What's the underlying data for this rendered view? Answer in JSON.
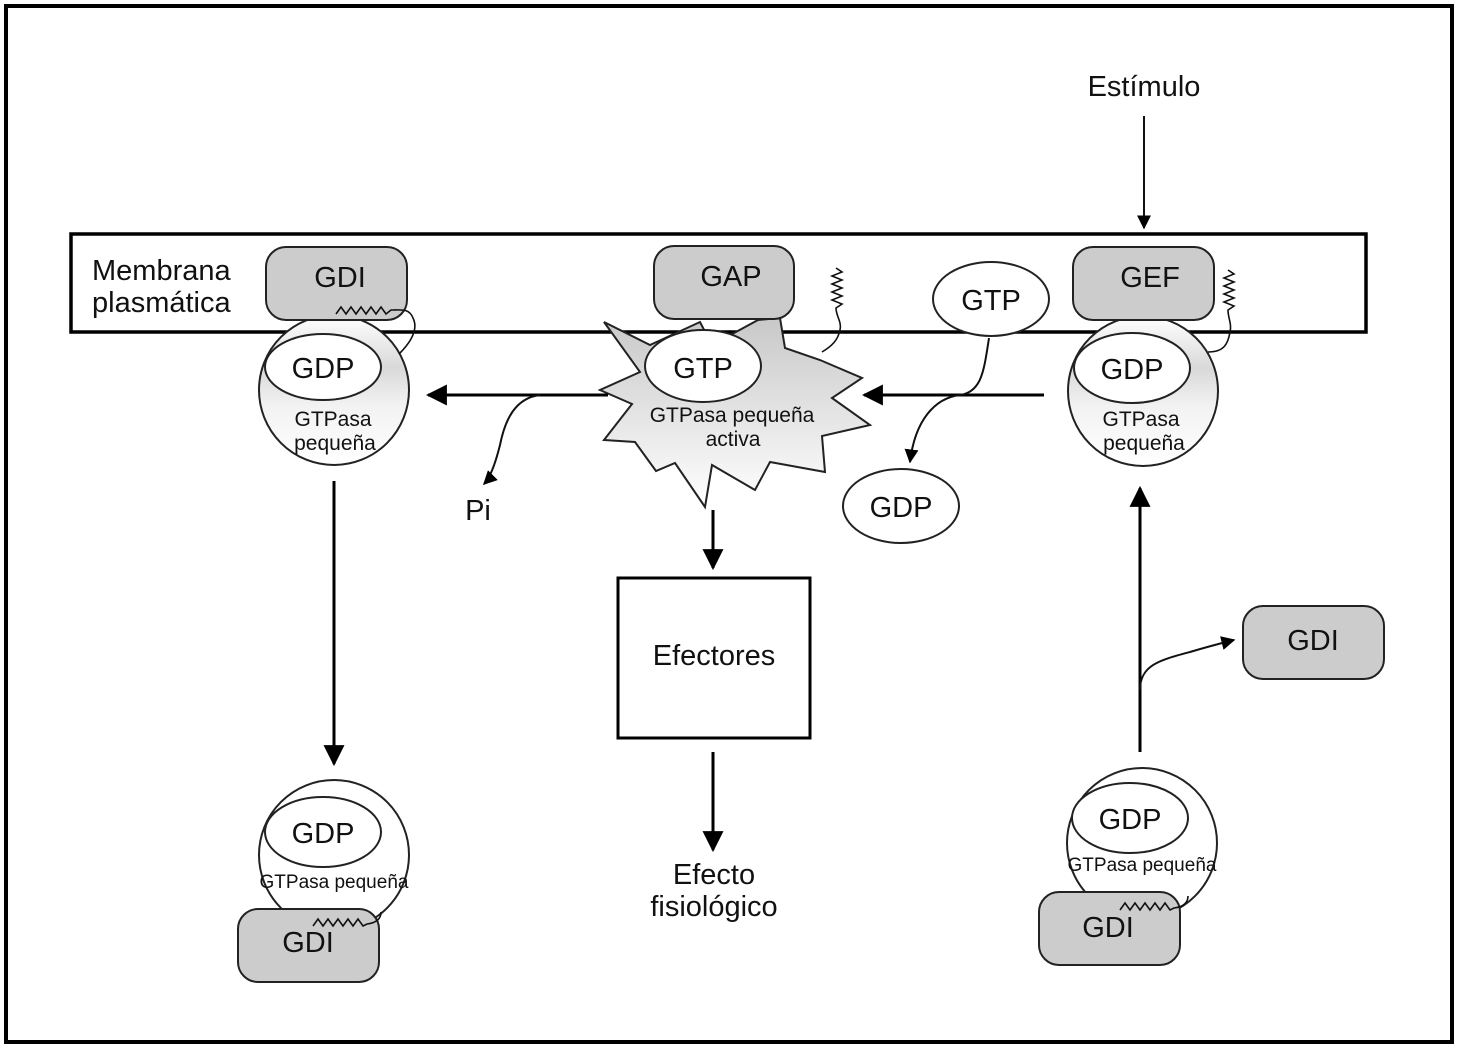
{
  "diagram": {
    "title": "Ciclo de regulación de GTPasas pequeñas",
    "colors": {
      "protein_fill": "#cccccc",
      "gtpase_fill_top": "#ffffff",
      "gtpase_fill_bottom": "#e6e6e6",
      "line": "#000000"
    },
    "labels": {
      "stimulus": "Estímulo",
      "membrane_line1": "Membrana",
      "membrane_line2": "plasmática",
      "gdi": "GDI",
      "gap": "GAP",
      "gef": "GEF",
      "gtp": "GTP",
      "gdp": "GDP",
      "pi": "Pi",
      "gtpase_line1": "GTPasa",
      "gtpase_line2": "pequeña",
      "gtpase_single": "GTPasa pequeña",
      "active_line1": "GTPasa pequeña",
      "active_line2": "activa",
      "effectors": "Efectores",
      "effect_line1": "Efecto",
      "effect_line2": "fisiológico"
    },
    "nodes": [
      {
        "id": "stimulus",
        "label": "Estímulo"
      },
      {
        "id": "membrane",
        "label": "Membrana plasmática"
      },
      {
        "id": "gdi-membrane",
        "label": "GDI",
        "bound": "GTPasa pequeña (GDP)"
      },
      {
        "id": "gap",
        "label": "GAP",
        "bound": "GTPasa pequeña activa (GTP)"
      },
      {
        "id": "gef",
        "label": "GEF",
        "bound": "GTPasa pequeña (GDP)"
      },
      {
        "id": "free-gtp",
        "label": "GTP"
      },
      {
        "id": "released-gdp",
        "label": "GDP"
      },
      {
        "id": "pi",
        "label": "Pi"
      },
      {
        "id": "effectors",
        "label": "Efectores"
      },
      {
        "id": "effect",
        "label": "Efecto fisiológico"
      },
      {
        "id": "cytosol-gdi-complex-left",
        "label": "GDI + GTPasa pequeña (GDP)"
      },
      {
        "id": "cytosol-gdi-complex-right",
        "label": "GDI + GTPasa pequeña (GDP)"
      },
      {
        "id": "released-gdi",
        "label": "GDI"
      }
    ],
    "edges": [
      {
        "from": "stimulus",
        "to": "gef"
      },
      {
        "from": "gef-complex",
        "to": "active-gtpase",
        "note": "GTP in, GDP out"
      },
      {
        "from": "active-gtpase",
        "to": "gdi-membrane-complex",
        "note": "Pi released"
      },
      {
        "from": "active-gtpase",
        "to": "effectors"
      },
      {
        "from": "effectors",
        "to": "effect"
      },
      {
        "from": "gdi-membrane-complex",
        "to": "cytosol-gdi-complex-left"
      },
      {
        "from": "cytosol-gdi-complex-right",
        "to": "gef-complex",
        "note": "GDI released"
      }
    ]
  }
}
